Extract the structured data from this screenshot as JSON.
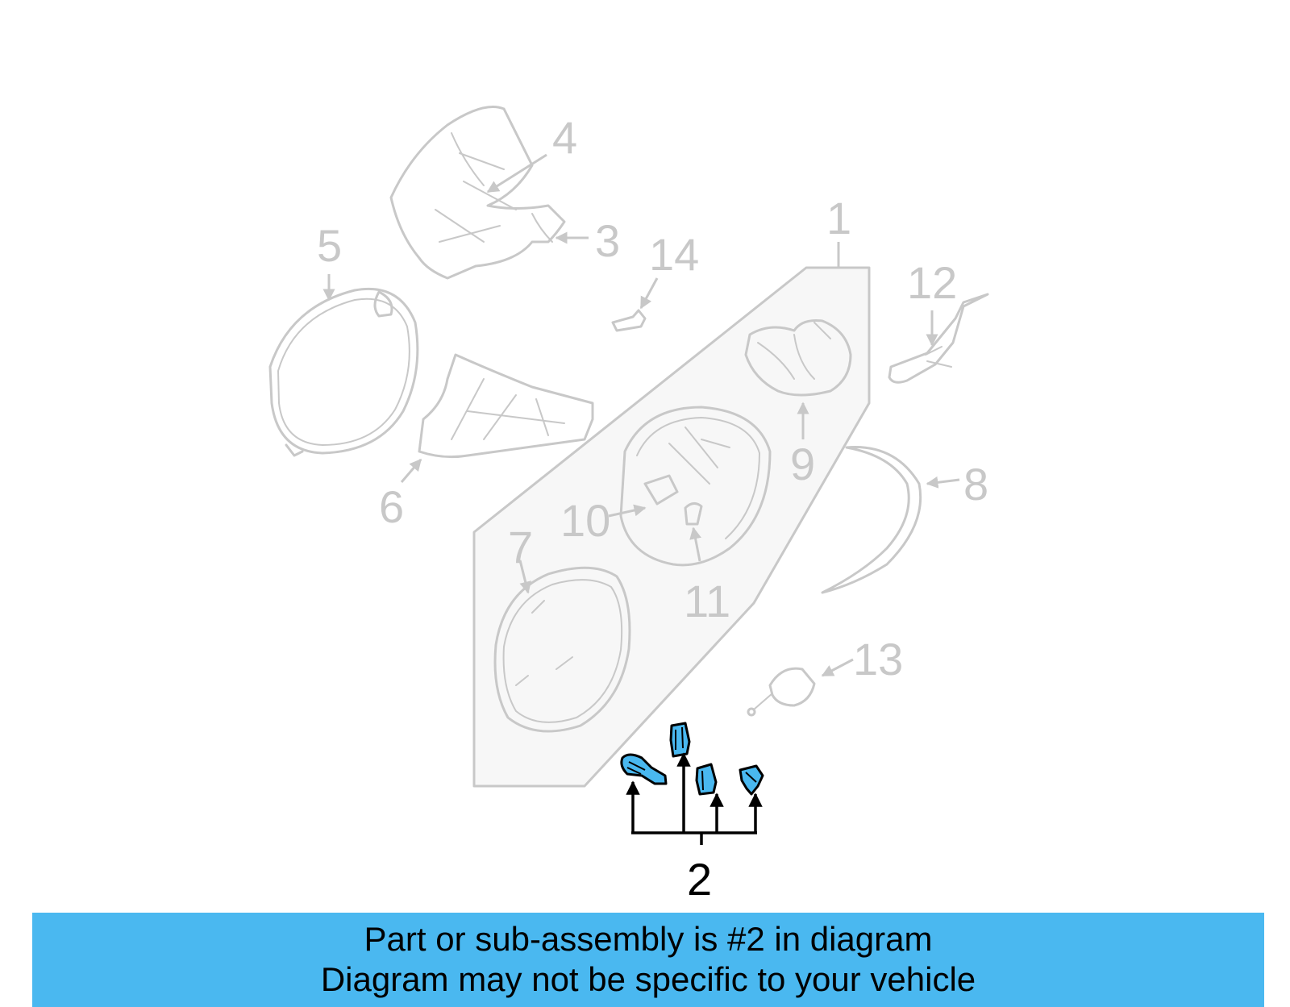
{
  "diagram": {
    "callouts": {
      "c1": "1",
      "c2": "2",
      "c3": "3",
      "c4": "4",
      "c5": "5",
      "c6": "6",
      "c7": "7",
      "c8": "8",
      "c9": "9",
      "c10": "10",
      "c11": "11",
      "c12": "12",
      "c13": "13",
      "c14": "14"
    },
    "highlighted_part": "2",
    "highlight_color": "#49b8f0",
    "ghost_color": "#c8c8c8"
  },
  "banner": {
    "line1": "Part or sub-assembly is #2 in diagram",
    "line2": "Diagram may not be specific to your vehicle",
    "background": "#4ab8f0"
  }
}
